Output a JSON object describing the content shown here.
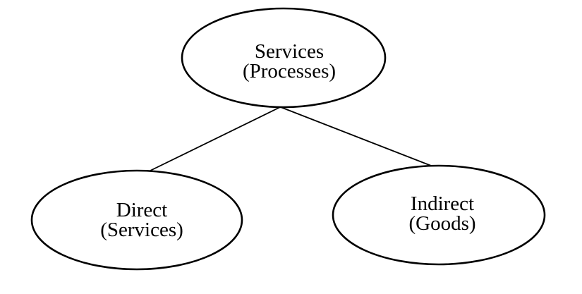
{
  "diagram": {
    "type": "tree",
    "background_color": "#ffffff",
    "stroke_color": "#000000",
    "text_color": "#000000",
    "nodes": [
      {
        "id": "services",
        "shape": "ellipse",
        "line1": "Services",
        "line2": "(Processes)"
      },
      {
        "id": "direct",
        "shape": "ellipse",
        "line1": "Direct",
        "line2": "(Services)"
      },
      {
        "id": "indirect",
        "shape": "ellipse",
        "line1": "Indirect",
        "line2": "(Goods)"
      }
    ],
    "edges": [
      {
        "from": "services",
        "to": "direct"
      },
      {
        "from": "services",
        "to": "indirect"
      }
    ]
  }
}
